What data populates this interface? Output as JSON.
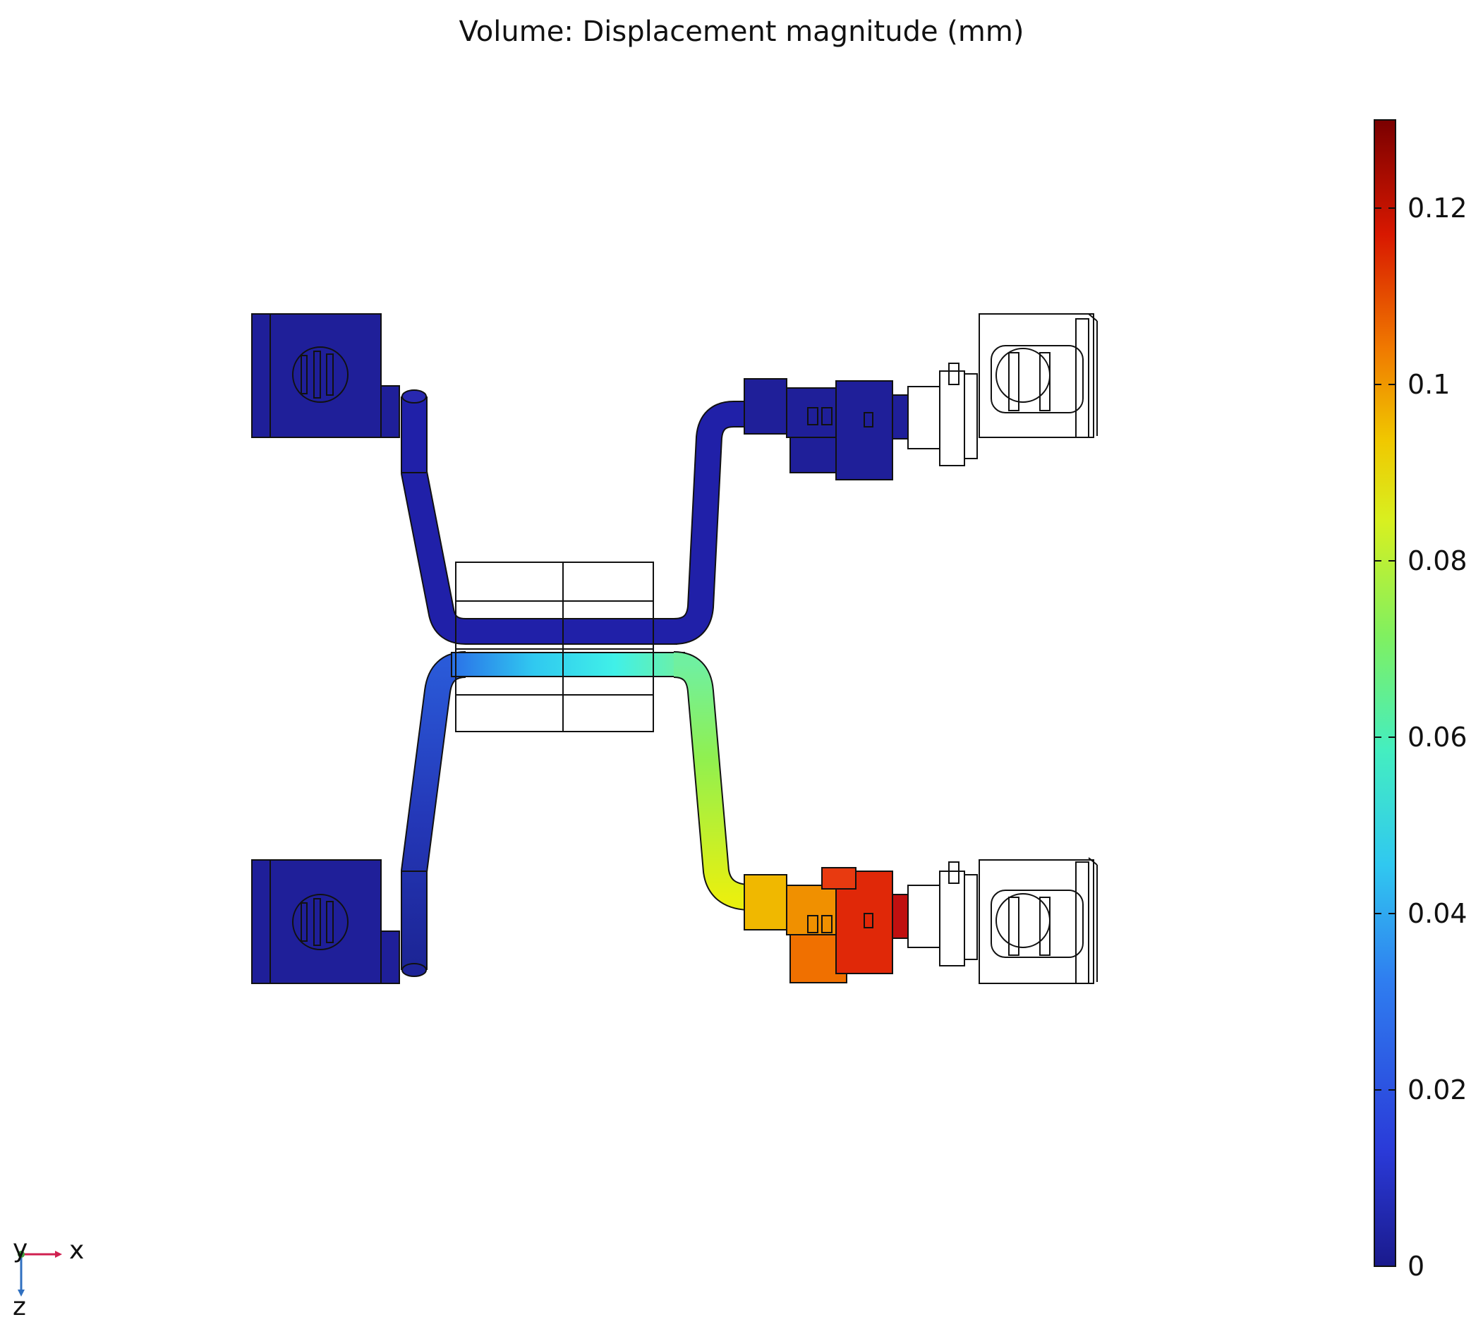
{
  "title": "Volume: Displacement magnitude (mm)",
  "colorbar": {
    "min": 0,
    "max": 0.13,
    "ticks": [
      "0",
      "0.02",
      "0.04",
      "0.06",
      "0.08",
      "0.1",
      "0.12"
    ],
    "tick_values": [
      0,
      0.02,
      0.04,
      0.06,
      0.08,
      0.1,
      0.12
    ],
    "colors": [
      "#000080",
      "#1f3fe0",
      "#2ab0f0",
      "#33e5d8",
      "#66f060",
      "#c8f020",
      "#f0d000",
      "#f08000",
      "#e02000",
      "#b00000",
      "#7a0000"
    ]
  },
  "axes": {
    "x": "x",
    "y": "y",
    "z": "z"
  }
}
